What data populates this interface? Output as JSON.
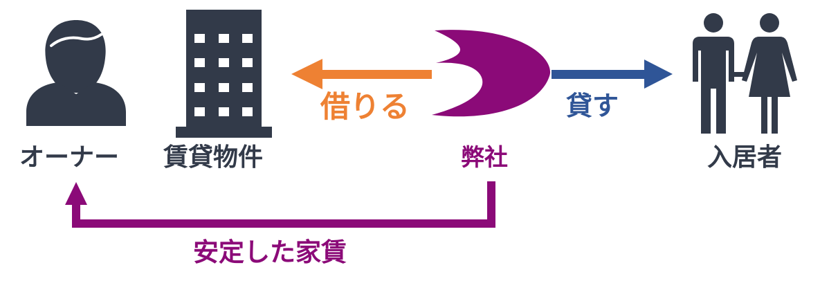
{
  "diagram": {
    "nodes": {
      "owner": {
        "label": "オーナー",
        "icon": "person-icon"
      },
      "property": {
        "label": "賃貸物件",
        "icon": "building-icon"
      },
      "company": {
        "label": "弊社",
        "icon": "company-logo"
      },
      "tenant": {
        "label": "入居者",
        "icon": "couple-icon"
      }
    },
    "edges": {
      "borrow": {
        "label": "借りる",
        "from": "company",
        "to": "property"
      },
      "lend": {
        "label": "貸す",
        "from": "company",
        "to": "tenant"
      },
      "rent": {
        "label": "安定した家賃",
        "from": "company",
        "to": "owner"
      }
    },
    "colors": {
      "icon": "#323a49",
      "brand": "#8b0a78",
      "borrow": "#ee8133",
      "lend": "#2f5597"
    }
  }
}
